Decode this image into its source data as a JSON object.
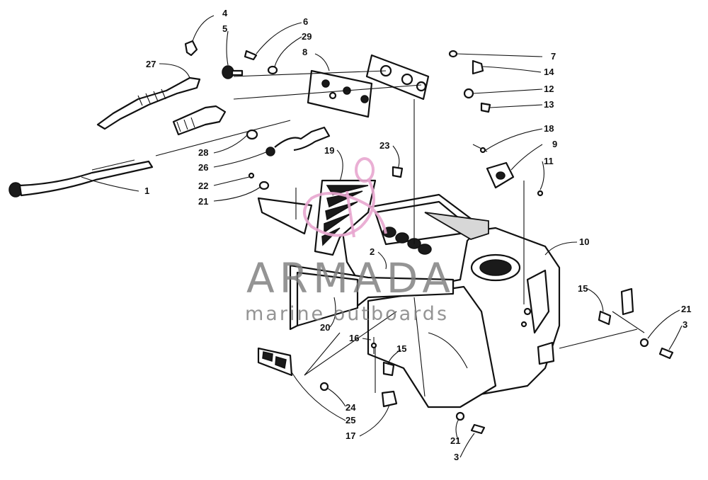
{
  "watermark": {
    "brand": "ARMADA",
    "tagline": "marine outboards",
    "brand_color": "#7d7d7d",
    "logo_color": "#e8a6cf"
  },
  "diagram": {
    "callouts": [
      {
        "id": "c4",
        "text": "4"
      },
      {
        "id": "c5",
        "text": "5"
      },
      {
        "id": "c6",
        "text": "6"
      },
      {
        "id": "c29",
        "text": "29"
      },
      {
        "id": "c8",
        "text": "8"
      },
      {
        "id": "c27",
        "text": "27"
      },
      {
        "id": "c7",
        "text": "7"
      },
      {
        "id": "c14",
        "text": "14"
      },
      {
        "id": "c12",
        "text": "12"
      },
      {
        "id": "c13",
        "text": "13"
      },
      {
        "id": "c18",
        "text": "18"
      },
      {
        "id": "c9",
        "text": "9"
      },
      {
        "id": "c11",
        "text": "11"
      },
      {
        "id": "c23",
        "text": "23"
      },
      {
        "id": "c19",
        "text": "19"
      },
      {
        "id": "c28",
        "text": "28"
      },
      {
        "id": "c26",
        "text": "26"
      },
      {
        "id": "c22",
        "text": "22"
      },
      {
        "id": "c21a",
        "text": "21"
      },
      {
        "id": "c1",
        "text": "1"
      },
      {
        "id": "c2",
        "text": "2"
      },
      {
        "id": "c10",
        "text": "10"
      },
      {
        "id": "c15a",
        "text": "15"
      },
      {
        "id": "c21b",
        "text": "21"
      },
      {
        "id": "c3a",
        "text": "3"
      },
      {
        "id": "c20",
        "text": "20"
      },
      {
        "id": "c16",
        "text": "16"
      },
      {
        "id": "c15b",
        "text": "15"
      },
      {
        "id": "c24",
        "text": "24"
      },
      {
        "id": "c25",
        "text": "25"
      },
      {
        "id": "c17",
        "text": "17"
      },
      {
        "id": "c21c",
        "text": "21"
      },
      {
        "id": "c3b",
        "text": "3"
      }
    ]
  }
}
